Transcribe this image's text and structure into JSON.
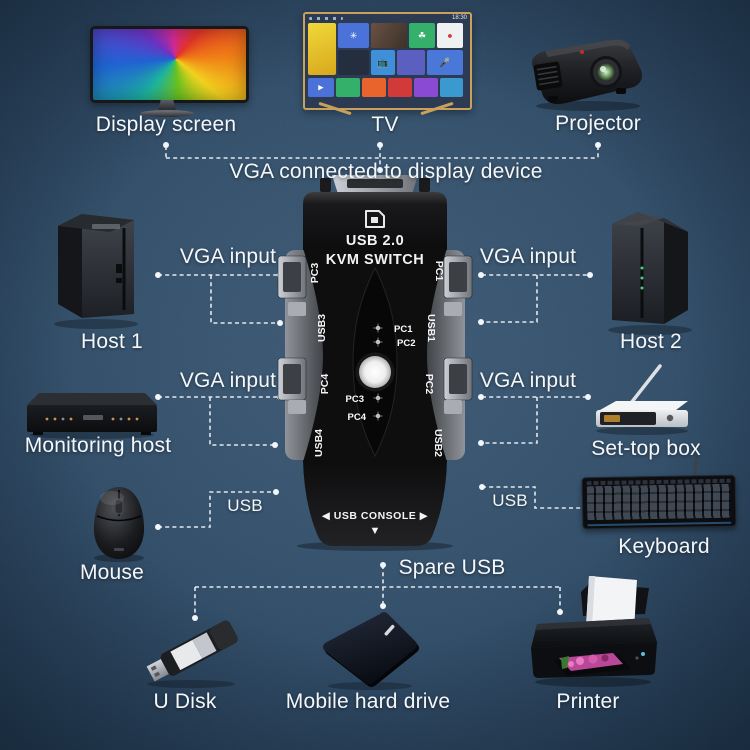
{
  "labels": {
    "display_screen": "Display screen",
    "tv": "TV",
    "projector": "Projector",
    "host1": "Host 1",
    "host2": "Host 2",
    "monitoring_host": "Monitoring host",
    "set_top_box": "Set-top box",
    "mouse": "Mouse",
    "keyboard": "Keyboard",
    "u_disk": "U Disk",
    "mobile_hard_drive": "Mobile hard drive",
    "printer": "Printer"
  },
  "connections": {
    "vga_display": "VGA connected to display device",
    "vga_input_top_left": "VGA input",
    "vga_input_top_right": "VGA input",
    "vga_input_bottom_left": "VGA input",
    "vga_input_bottom_right": "VGA input",
    "usb_left": "USB",
    "usb_right": "USB",
    "spare_usb": "Spare USB"
  },
  "kvm": {
    "model_line1": "USB 2.0",
    "model_line2": "KVM SWITCH",
    "left_ports": [
      "PC3",
      "USB3",
      "PC4",
      "USB4"
    ],
    "right_ports": [
      "PC1",
      "USB1",
      "PC2",
      "USB2"
    ],
    "led_labels": [
      "PC1",
      "PC2",
      "PC3",
      "PC4"
    ],
    "console": "◀ USB CONSOLE ▶",
    "console_arrow": "▼"
  },
  "tv_screen": {
    "time": "18:30"
  },
  "colors": {
    "background_center": "#3d5a75",
    "background_edge": "#203a52",
    "line": "#ecf1f6",
    "text": "#f4f7fa",
    "tv_frame_gold": "#c9a05c"
  }
}
